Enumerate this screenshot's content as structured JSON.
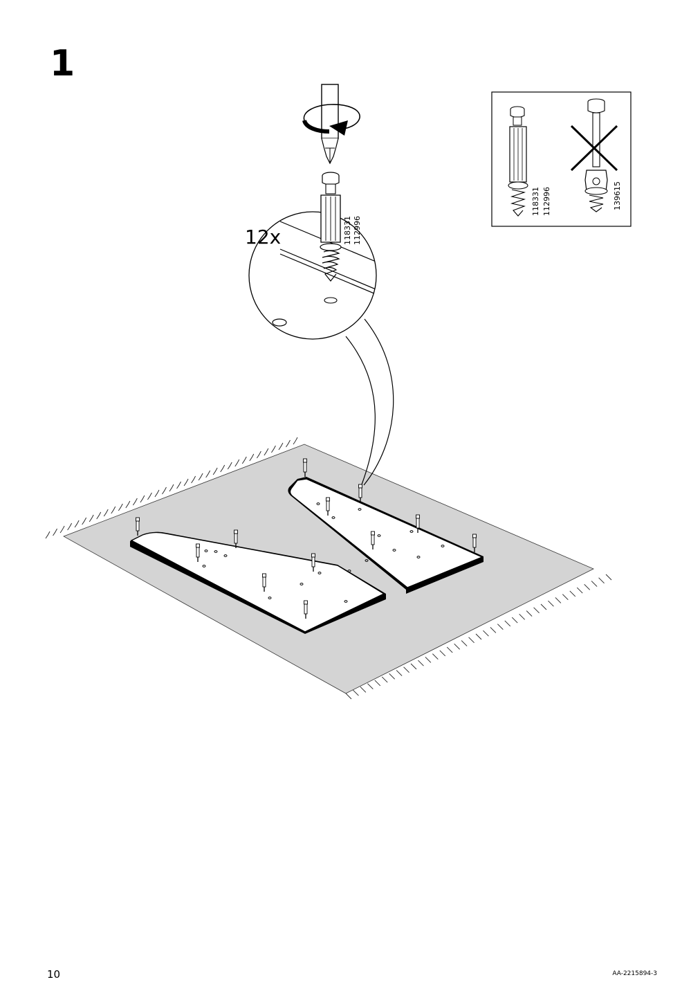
{
  "step": {
    "number": "1"
  },
  "quantity": "12x",
  "part_numbers": [
    "118331",
    "112996"
  ],
  "warning_box": {
    "correct_part_numbers": [
      "118331",
      "112996"
    ],
    "incorrect_part_number": "139615"
  },
  "footer": {
    "page_number": "10",
    "document_code": "AA-2215894-3"
  },
  "colors": {
    "rug": "#d4d4d4",
    "line": "#000000"
  },
  "icons": [
    "screwdriver-icon",
    "rotation-arrow-icon",
    "dowel-screw-icon",
    "cross-out-icon"
  ]
}
